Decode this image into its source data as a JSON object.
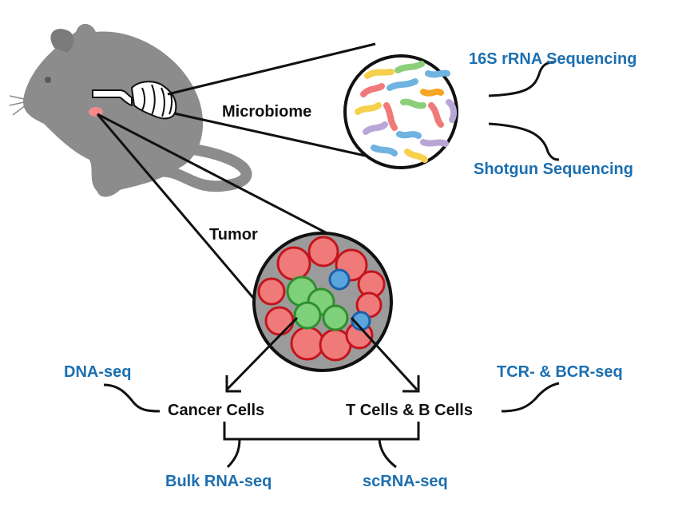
{
  "colors": {
    "mouse": "#8c8c8c",
    "outline": "#111111",
    "method_text": "#1c6fb0",
    "tumor_bg": "#9b9b9b",
    "red_cell": "#f07a7a",
    "red_cell_edge": "#c4141c",
    "cancer_cell": "#7fd07a",
    "cancer_cell_edge": "#2e8f2e",
    "immune_cell": "#5aa6dc",
    "immune_cell_edge": "#1d5fa8",
    "mouse_tumor_spot": "#f28a8a",
    "bacteria": [
      "#f6d04d",
      "#8ccf7a",
      "#f07a7a",
      "#6fb3e0",
      "#b9a6d6",
      "#f5a623"
    ]
  },
  "labels": {
    "microbiome": "Microbiome",
    "tumor": "Tumor",
    "cancer_cells": "Cancer Cells",
    "t_b_cells": "T Cells & B Cells"
  },
  "methods": {
    "rrna_16s": "16S rRNA Sequencing",
    "shotgun": "Shotgun Sequencing",
    "dna_seq": "DNA-seq",
    "tcr_bcr": "TCR- & BCR-seq",
    "bulk_rna": "Bulk RNA-seq",
    "scrna": "scRNA-seq"
  },
  "icons": [
    "mouse-icon",
    "intestine-icon",
    "bacteria-icon",
    "tumor-cells-icon"
  ]
}
